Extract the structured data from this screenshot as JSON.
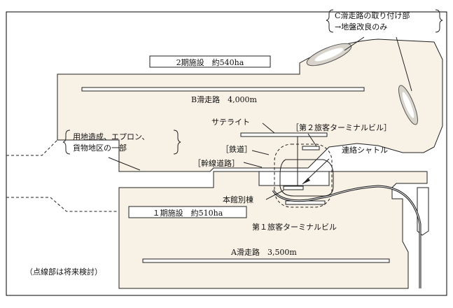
{
  "diagram": {
    "labels": {
      "phase2": "2期施設　約540ha",
      "runway_b": "B滑走路　4,000m",
      "c_runway_line1": "C滑走路の取り付け部",
      "c_runway_line2": "→地盤改良のみ",
      "land_note_line1": "用地造成、エプロン、",
      "land_note_line2": "貨物地区の一部",
      "satellite": "サテライト",
      "terminal2": "［第２旅客ターミナルビル］",
      "railway": "［鉄道］",
      "trunk_road": "［幹線道路］",
      "shuttle": "連絡シャトル",
      "annex": "本館別棟",
      "phase1": "１期施設　約510ha",
      "terminal1": "第１旅客ターミナルビル",
      "runway_a": "A滑走路　3,500m",
      "dotted_note": "（点線部は将来検討）"
    },
    "colors": {
      "land_fill": "#f8f1e6",
      "stroke": "#222222",
      "frame": "#000000",
      "background": "#ffffff"
    }
  }
}
